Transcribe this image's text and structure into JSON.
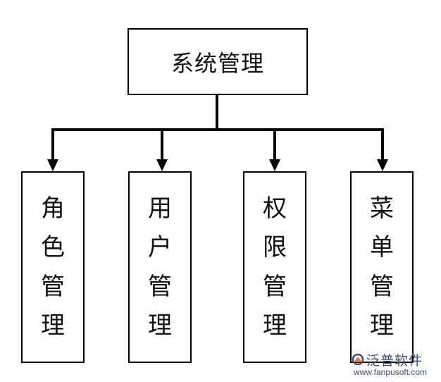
{
  "diagram": {
    "root": {
      "label": "系统管理"
    },
    "children": [
      {
        "label": "角色管理",
        "chars": [
          "角",
          "色",
          "管",
          "理"
        ]
      },
      {
        "label": "用户管理",
        "chars": [
          "用",
          "户",
          "管",
          "理"
        ]
      },
      {
        "label": "权限管理",
        "chars": [
          "权",
          "限",
          "管",
          "理"
        ]
      },
      {
        "label": "菜单管理",
        "chars": [
          "菜",
          "单",
          "管",
          "理"
        ]
      }
    ]
  },
  "watermark": {
    "name": "泛普软件",
    "url": "www.fanpusoft.com"
  },
  "colors": {
    "lines": "#000000",
    "text": "#111111",
    "watermark": "#3d4d7a",
    "watermark_accent": "#e07a2e"
  }
}
